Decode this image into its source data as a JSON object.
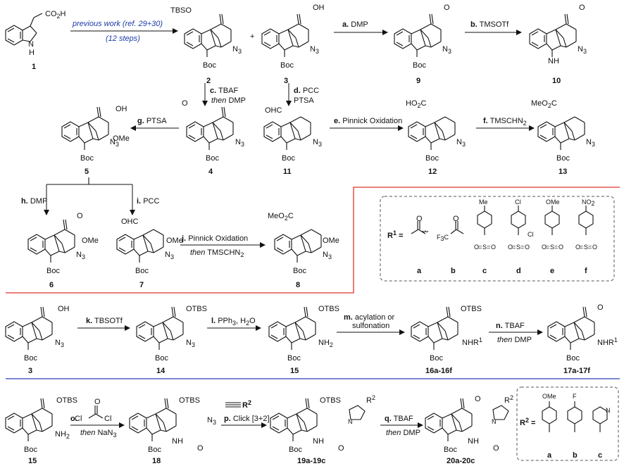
{
  "top": {
    "intro_line1": "previous work (ref. 29+30)",
    "intro_line2": "(12 steps)",
    "plus": "+",
    "r1_label": "R",
    "r1_sup": "1",
    "r1_eq": " ="
  },
  "substituents": {
    "me": "Me",
    "cl": "Cl",
    "ome": "OMe",
    "no2": "NO",
    "no2_sub": "2",
    "f": "F",
    "n": "N",
    "f3c": "F",
    "f3c_sub": "3",
    "f3c_c": "C",
    "s": "S",
    "o": "O",
    "eq": "="
  },
  "compounds": {
    "c1": "1",
    "c2": "2",
    "c3": "3",
    "c9": "9",
    "c10": "10",
    "c4": "4",
    "c5": "5",
    "c11": "11",
    "c12": "12",
    "c13": "13",
    "c6": "6",
    "c7": "7",
    "c8": "8",
    "c3b": "3",
    "c14": "14",
    "c15": "15",
    "c16": "16a-16f",
    "c17": "17a-17f",
    "c15b": "15",
    "c18": "18",
    "c19": "19a-19c",
    "c20": "20a-20c"
  },
  "r1_letters": [
    "a",
    "b",
    "c",
    "d",
    "e",
    "f"
  ],
  "r2_letters": [
    "a",
    "b",
    "c"
  ],
  "groups": {
    "co2h": "CO",
    "co2h_sub": "2",
    "co2h_h": "H",
    "tbso": "TBSO",
    "oh": "OH",
    "boc": "Boc",
    "n": "N",
    "h": "H",
    "o": "O",
    "n3": "N",
    "n3_sub": "3",
    "cho": "OHC",
    "ho2c": "HO",
    "ho2c_sub": "2",
    "ho2c_c": "C",
    "meo2c": "MeO",
    "meo2c_sub": "2",
    "meo2c_c": "C",
    "ome": "OMe",
    "otbs": "OTBS",
    "nh2": "NH",
    "nh2_sub": "2",
    "nhr": "NHR",
    "nhr_sup": "1",
    "r2": "R",
    "r2_sup": "2",
    "r2_eq": " =",
    "cl": "Cl"
  },
  "steps": {
    "a": "a.",
    "a_reagent": "DMP",
    "b": "b.",
    "b_reagent": "TMSOTf",
    "c": "c.",
    "c_reagent": "TBAF",
    "c_then": "then",
    "c_then_reagent": "DMP",
    "d": "d.",
    "d_reagent": "PCC",
    "d_reagent2": "PTSA",
    "e": "e.",
    "e_reagent": "Pinnick Oxidation",
    "f": "f.",
    "f_reagent": "TMSCHN",
    "f_sub": "2",
    "g": "g.",
    "g_reagent": "PTSA",
    "h": "h.",
    "h_reagent": "DMP",
    "i": "i.",
    "i_reagent": "PCC",
    "j": "j.",
    "j_reagent": "Pinnick Oxidation",
    "j_then": "then",
    "j_then_reagent": "TMSCHN",
    "j_sub": "2",
    "k": "k.",
    "k_reagent": "TBSOTf",
    "l": "l.",
    "l_reagent": "PPh",
    "l_sub": "3",
    "l_reagent2": ", H",
    "l_sub2": "2",
    "l_reagent3": "O",
    "m": "m.",
    "m_reagent": "acylation or",
    "m_reagent2": "sulfonation",
    "n": "n.",
    "n_reagent": "TBAF",
    "n_then": "then",
    "n_then_reagent": "DMP",
    "o": "o.",
    "o_then": "then",
    "o_then_reagent": "NaN",
    "o_sub": "3",
    "p": "p.",
    "p_reagent": "Click [3+2]",
    "q": "q.",
    "q_reagent": "TBAF",
    "q_then": "then",
    "q_then_reagent": "DMP"
  },
  "colors": {
    "intro_blue": "#1c3aa9",
    "red_divider": "#e0342f",
    "blue_divider": "#2e3fb8",
    "ink": "#111111"
  }
}
